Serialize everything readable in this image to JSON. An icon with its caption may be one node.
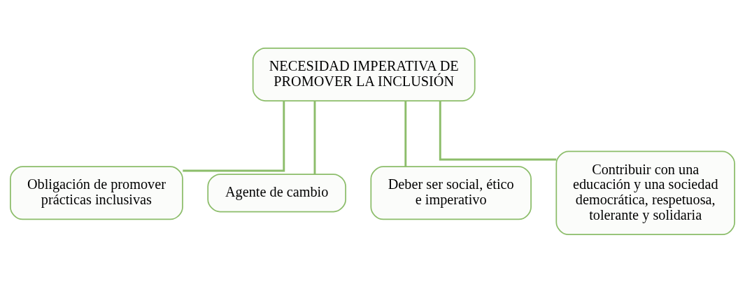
{
  "diagram": {
    "nodes": [
      {
        "text": [
          "NECESIDAD IMPERATIVA DE PROMOVER LA INCLUSIÓN"
        ]
      },
      {
        "text": [
          "Obligación de promover prácticas inclusivas"
        ]
      },
      {
        "text": [
          "Agente de cambio"
        ]
      },
      {
        "text": [
          "Deber ser social, ético e imperativo"
        ]
      },
      {
        "text": [
          "Contribuir con una educación y una sociedad democrática, respetuosa, tolerante y solidaria"
        ]
      }
    ],
    "edges": [
      {
        "from": 0,
        "to": 1,
        "arrow": "none"
      },
      {
        "from": 0,
        "to": 2,
        "arrow": "none"
      },
      {
        "from": 0,
        "to": 3,
        "arrow": "none"
      },
      {
        "from": 0,
        "to": 4,
        "arrow": "none"
      }
    ]
  }
}
